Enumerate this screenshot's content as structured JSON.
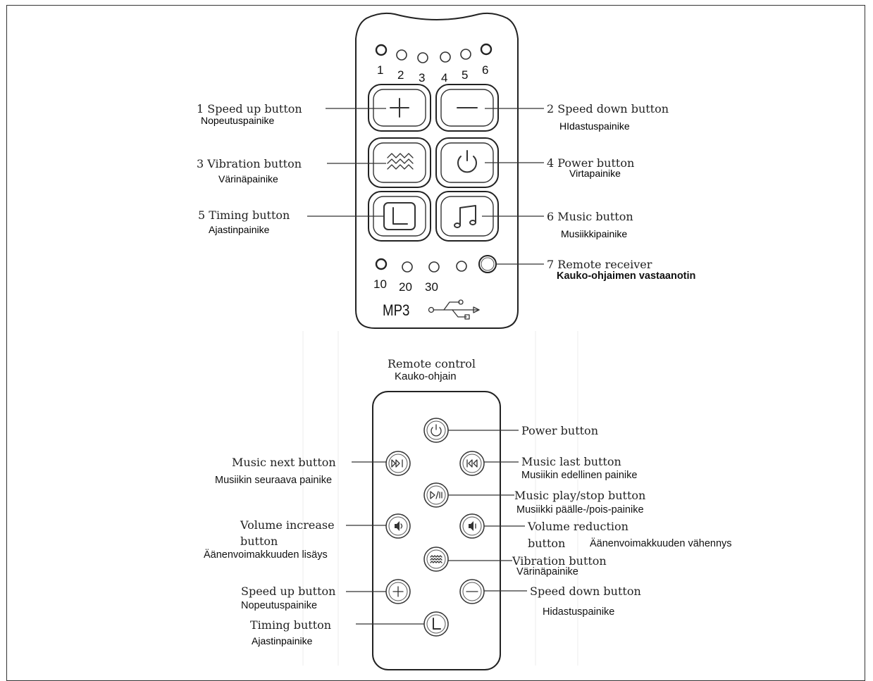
{
  "controller": {
    "leds_top": [
      "1",
      "2",
      "3",
      "4",
      "5",
      "6"
    ],
    "leds_timer": [
      "10",
      "20",
      "30"
    ],
    "brand_text": "MP3",
    "callouts": {
      "speed_up": {
        "label": "1 Speed up button",
        "translation": "Nopeutuspainike"
      },
      "speed_down": {
        "label": "2 Speed down button",
        "translation": "HIdastuspainike"
      },
      "vibration": {
        "label": "3 Vibration button",
        "translation": "Värinäpainike"
      },
      "power": {
        "label": "4 Power button",
        "translation": "Virtapainike"
      },
      "timing": {
        "label": "5 Timing button",
        "translation": "Ajastinpainike"
      },
      "music": {
        "label": "6 Music button",
        "translation": "Musiikkipainike"
      },
      "receiver": {
        "label": "7 Remote receiver",
        "translation": "Kauko-ohjaimen vastaanotin"
      }
    }
  },
  "remote": {
    "title": "Remote control",
    "title_translation": "Kauko-ohjain",
    "callouts": {
      "power": {
        "label": "Power button"
      },
      "music_next": {
        "label": "Music next button",
        "translation": "Musiikin seuraava painike"
      },
      "music_last": {
        "label": "Music last button",
        "translation": "Musiikin edellinen painike"
      },
      "play_stop": {
        "label": "Music play/stop button",
        "translation": "Musiikki päälle-/pois-painike"
      },
      "volume_increase": {
        "label_line1": "Volume increase",
        "label_line2": "button",
        "translation": "Äänenvoimakkuuden lisäys"
      },
      "volume_reduction": {
        "label_line1": "Volume reduction",
        "label_line2": "button",
        "translation": "Äänenvoimakkuuden vähennys"
      },
      "vibration": {
        "label": "Vibration button",
        "translation": "Värinäpainike"
      },
      "speed_up": {
        "label": "Speed up button",
        "translation": "Nopeutuspainike"
      },
      "speed_down": {
        "label": "Speed down button",
        "translation": "Hidastuspainike"
      },
      "timing": {
        "label": "Timing button",
        "translation": "Ajastinpainike"
      }
    }
  }
}
